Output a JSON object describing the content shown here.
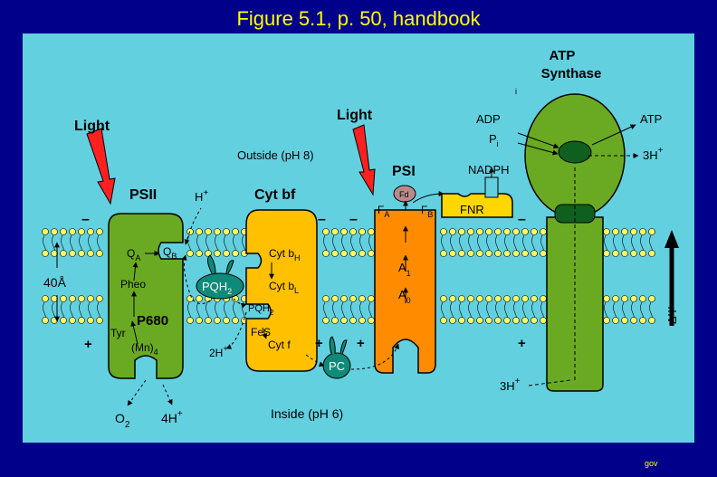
{
  "title": "Figure 5.1, p. 50, handbook",
  "footer": "gov",
  "atp_synthase": {
    "line1": "ATP",
    "line2": "Synthase",
    "subscript_i": "i",
    "adp": "ADP",
    "pi": "P",
    "pi_sub": "i",
    "atp": "ATP",
    "h_out_coef": "3H",
    "h_out_sup": "+",
    "h_in_coef": "3H",
    "h_in_sup": "+"
  },
  "light_left": "Light",
  "light_right": "Light",
  "outside": "Outside (pH 8)",
  "inside": "Inside (pH 6)",
  "psii": {
    "name": "PSII",
    "qa": "Q",
    "qa_sub": "A",
    "qb": "Q",
    "qb_sub": "B",
    "pheo": "Pheo",
    "p680": "P680",
    "tyr": "Tyr",
    "mn": "(Mn)",
    "mn_sub": "4"
  },
  "h_plus_top": {
    "text": "H",
    "sup": "+"
  },
  "cytbf": {
    "name": "Cyt bf",
    "bh": "Cyt b",
    "bh_sub": "H",
    "bl": "Cyt b",
    "bl_sub": "L",
    "pqh2": "PQH",
    "pqh2_sub": "2",
    "fes": "FeS",
    "cytf": "Cyt f"
  },
  "pqh2_mobile": {
    "text": "PQH",
    "sub": "2"
  },
  "h2_bottom": {
    "text": "2H",
    "sup": "+"
  },
  "pc": "PC",
  "psi": {
    "name": "PSI",
    "fd": "Fd",
    "fa": "F",
    "fa_sub": "A",
    "fb": "F",
    "fb_sub": "B",
    "a1": "A",
    "a1_sub": "1",
    "a0": "A",
    "a0_sub": "0"
  },
  "fnr": "FNR",
  "nadph": "NADPH",
  "thickness": "40Å",
  "o2": {
    "text": "O",
    "sub": "2"
  },
  "h4": {
    "text": "4H",
    "sup": "+"
  },
  "delta_psi": "ΔΨ",
  "minus": "–",
  "plus": "+",
  "colors": {
    "background": "#00008b",
    "panel": "#63d0e0",
    "psii": "#6aaa22",
    "cytbf": "#ffc000",
    "psi": "#ff8c00",
    "fnr": "#ffd700",
    "atp_synthase": "#6aaa22",
    "mobile": "#0e8a78",
    "arrow": "#ff2020"
  }
}
